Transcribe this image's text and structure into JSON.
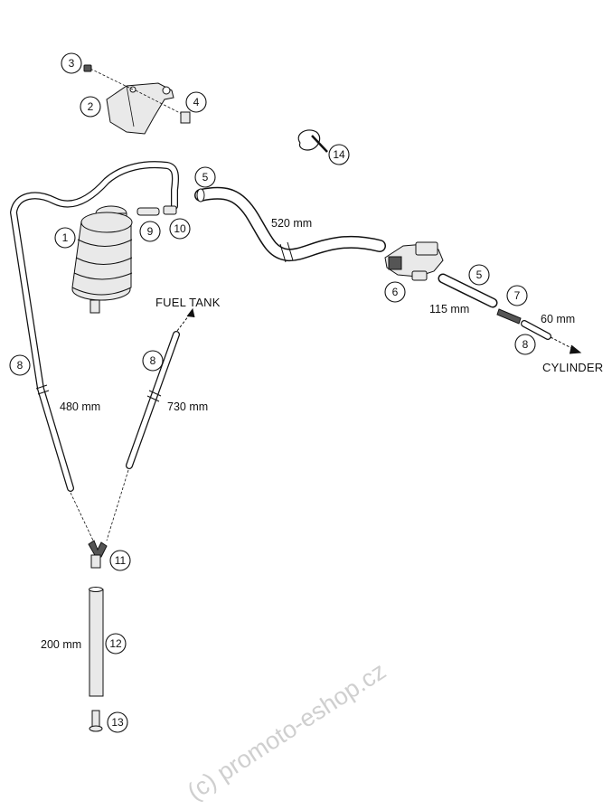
{
  "diagram": {
    "callouts": {
      "p1": "1",
      "p2": "2",
      "p3": "3",
      "p4": "4",
      "p5a": "5",
      "p5b": "5",
      "p6": "6",
      "p7": "7",
      "p8a": "8",
      "p8b": "8",
      "p8c": "8",
      "p9": "9",
      "p10": "10",
      "p11": "11",
      "p12": "12",
      "p13": "13",
      "p14": "14"
    },
    "dimensions": {
      "d520": "520 mm",
      "d115": "115 mm",
      "d60": "60 mm",
      "d480": "480 mm",
      "d730": "730 mm",
      "d200": "200 mm"
    },
    "labels": {
      "fuel_tank": "FUEL TANK",
      "cylinder": "CYLINDER"
    },
    "watermark": "(c) promoto-eshop.cz"
  }
}
